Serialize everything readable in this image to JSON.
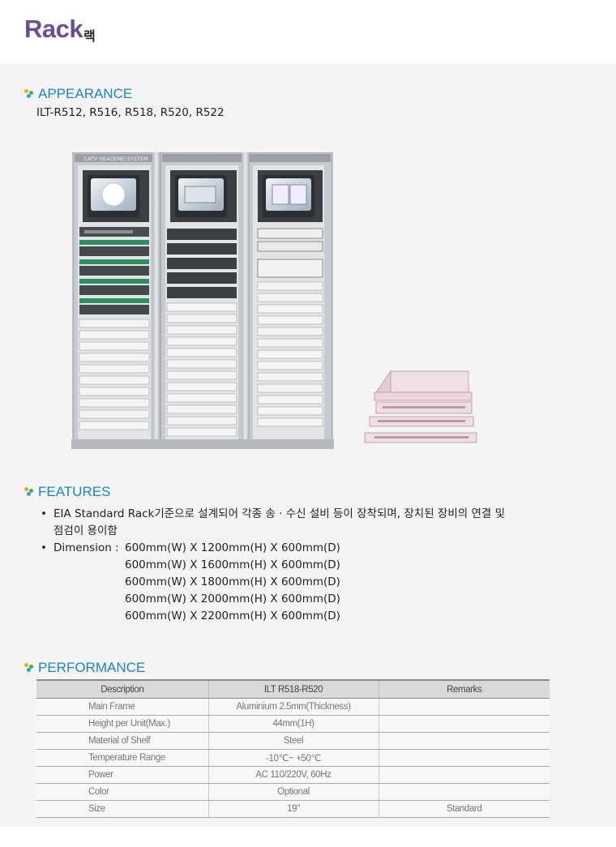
{
  "header": {
    "title": "Rack",
    "subtitle": "랙"
  },
  "appearance": {
    "heading": "APPEARANCE",
    "models": "ILT-R512, R516, R518, R520, R522",
    "photo_label": "CATV HEADEND SYSTEM"
  },
  "features": {
    "heading": "FEATURES",
    "bullet": "•",
    "item1_line1": "EIA Standard Rack기준으로 설계되어 각종 송 · 수신 설비 등이 장착되며, 장치된 장비의 연결 및",
    "item1_line2": "점검이 용이함",
    "dimension_label": "Dimension  :",
    "dimensions": [
      "600mm(W) X 1200mm(H) X 600mm(D)",
      "600mm(W) X 1600mm(H) X 600mm(D)",
      "600mm(W) X 1800mm(H) X 600mm(D)",
      "600mm(W) X 2000mm(H) X 600mm(D)",
      "600mm(W) X 2200mm(H) X 600mm(D)"
    ]
  },
  "performance": {
    "heading": "PERFORMANCE",
    "columns": [
      "Description",
      "ILT R518-R520",
      "Remarks"
    ],
    "rows": [
      [
        "Main Frame",
        "Aluminium 2.5mm(Thickness)",
        ""
      ],
      [
        "Height per Unit(Max.)",
        "44mm(1H)",
        ""
      ],
      [
        "Material of Shelf",
        "Steel",
        ""
      ],
      [
        "Temperature Range",
        "-10℃~ +50℃",
        ""
      ],
      [
        "Power",
        "AC 110/220V, 60Hz",
        ""
      ],
      [
        "Color",
        "Optional",
        ""
      ],
      [
        "Size",
        "19\"",
        "Standard"
      ]
    ]
  },
  "colors": {
    "title": "#6a4f98",
    "heading": "#1a86c8",
    "section_bg": "#f4f4f4"
  }
}
